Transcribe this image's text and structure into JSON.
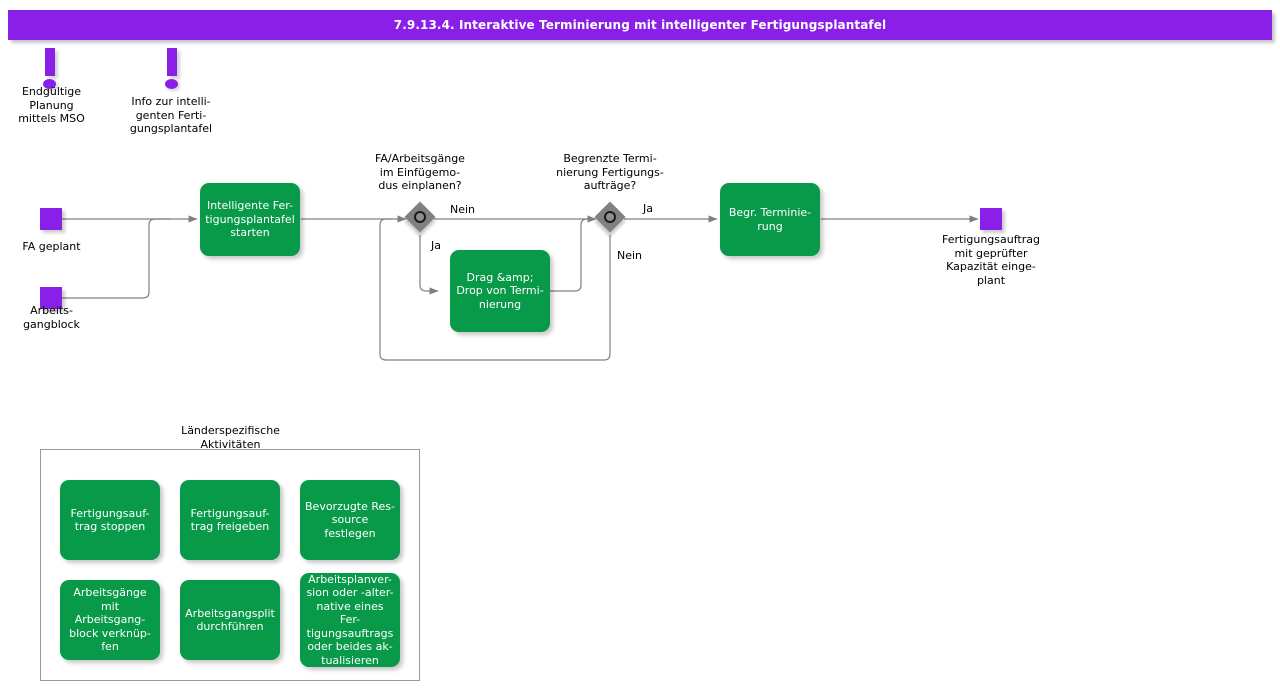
{
  "header": {
    "title": "7.9.13.4. Interaktive Terminierung mit intelligenter Fertigungsplantafel",
    "bar_color": "#8A20E8",
    "text_color": "#ffffff"
  },
  "colors": {
    "process_green": "#089949",
    "event_purple": "#8A20E8",
    "decision_gray": "#808080",
    "connector": "#808080",
    "group_border": "#9a9a9a"
  },
  "annotations": [
    {
      "icon": "exclamation-icon",
      "label": "Endgültige\nPlanung\nmittels MSO"
    },
    {
      "icon": "exclamation-icon",
      "label": "Info zur  intelli-\ngenten  Ferti-\ngungsplantafel"
    }
  ],
  "events": [
    {
      "name": "fa-geplant",
      "label": "FA geplant"
    },
    {
      "name": "arbeitsgangblock",
      "label": "Arbeits-\ngangblock"
    },
    {
      "name": "fertigungsauftrag-geprueft",
      "label": "Fertigungsauftrag\nmit geprüfter\nKapazität  einge-\nplant"
    }
  ],
  "processes": [
    {
      "name": "intelligente-fertigungsplantafel-starten",
      "label": "Intelligente Fer-\ntigungsplantafel\nstarten"
    },
    {
      "name": "drag-drop-von-terminierung",
      "label": "Drag &amp;\nDrop von Termi-\nnierung"
    },
    {
      "name": "begr-terminierung",
      "label": "Begr. Terminie-\nrung"
    }
  ],
  "decisions": [
    {
      "name": "einfuegemodus-einplanen",
      "label": "FA/Arbeitsgänge\nim Einfügemo-\ndus einplanen?",
      "yes_label": "Ja",
      "no_label": "Nein"
    },
    {
      "name": "begrenzte-terminierung",
      "label": "Begrenzte  Termi-\nnierung  Fertigungs-\naufträge?",
      "yes_label": "Ja",
      "no_label": "Nein"
    }
  ],
  "group": {
    "name": "laenderspezifische-aktivitaeten",
    "title": "Länderspezifische\nAktivitäten",
    "items": [
      {
        "name": "fertigungsauftrag-stoppen",
        "label": "Fertigungsauf-\ntrag stoppen"
      },
      {
        "name": "fertigungsauftrag-freigeben",
        "label": "Fertigungsauf-\ntrag freigeben"
      },
      {
        "name": "bevorzugte-ressource-festlegen",
        "label": "Bevorzugte Res-\nsource festlegen"
      },
      {
        "name": "arbeitsgaenge-verknuepfen",
        "label": "Arbeitsgänge\nmit Arbeitsgang-\nblock verknüp-\nfen"
      },
      {
        "name": "arbeitsgangsplit-durchfuehren",
        "label": "Arbeitsgangsplit\ndurchführen"
      },
      {
        "name": "arbeitsplanversion-aktualisieren",
        "label": "Arbeitsplanver-\nsion oder -alter-\nnative eines Fer-\ntigungsauftrags\noder beides ak-\ntualisieren"
      }
    ]
  }
}
